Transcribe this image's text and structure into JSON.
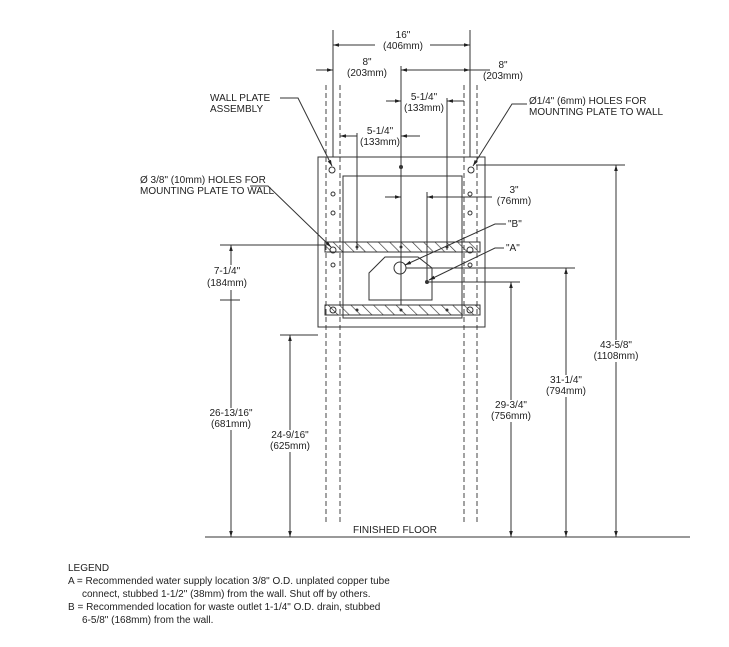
{
  "dimensions": {
    "overall_width": [
      "16\"",
      "(406mm)"
    ],
    "left_half": [
      "8\"",
      "(203mm)"
    ],
    "right_half": [
      "8\"",
      "(203mm)"
    ],
    "upper_offset": [
      "5-1/4\"",
      "(133mm)"
    ],
    "lower_offset": [
      "5-1/4\"",
      "(133mm)"
    ],
    "b_offset": [
      "3\"",
      "(76mm)"
    ],
    "plate_height": [
      "7-1/4\"",
      "(184mm)"
    ],
    "h_top_hole": [
      "43-5/8\"",
      "(1108mm)"
    ],
    "h_a": [
      "31-1/4\"",
      "(794mm)"
    ],
    "h_b": [
      "29-3/4\"",
      "(756mm)"
    ],
    "h_band_top": [
      "26-13/16\"",
      "(681mm)"
    ],
    "h_plate_bottom": [
      "24-9/16\"",
      "(625mm)"
    ]
  },
  "callouts": {
    "wall_plate": [
      "WALL PLATE",
      "ASSEMBLY"
    ],
    "small_holes": [
      "Ø1/4\" (6mm) HOLES FOR",
      "MOUNTING PLATE TO WALL"
    ],
    "large_holes": [
      "Ø 3/8\" (10mm) HOLES FOR",
      "MOUNTING PLATE TO WALL"
    ],
    "b_label": "\"B\"",
    "a_label": "\"A\"",
    "floor": "FINISHED FLOOR"
  },
  "legend": {
    "title": "LEGEND",
    "a_line1": "A = Recommended water supply location 3/8\" O.D. unplated copper tube",
    "a_line2": "connect, stubbed 1-1/2\" (38mm) from the wall. Shut off by others.",
    "b_line1": "B = Recommended location for waste outlet 1-1/4\" O.D. drain, stubbed",
    "b_line2": "6-5/8\" (168mm) from the wall."
  }
}
